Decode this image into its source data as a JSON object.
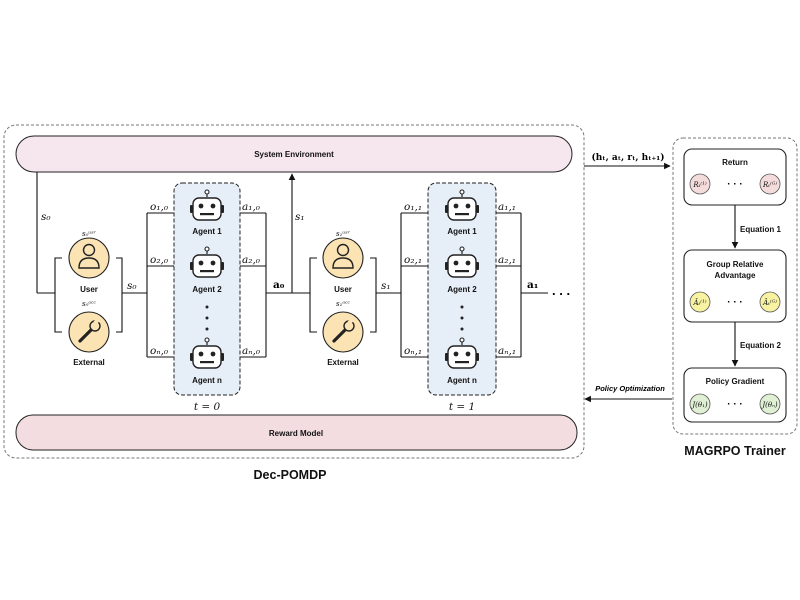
{
  "decpomdp": {
    "title": "Dec-POMDP",
    "system_environment": "System Environment",
    "reward_model": "Reward Model",
    "initial_state": "s₀",
    "next_state": "s₁",
    "steps": [
      {
        "user_label": "User",
        "external_label": "External",
        "user_state": "s₀ᵘˢʳ",
        "external_state": "s₀ᵃᶜᶜ",
        "state": "s₀",
        "agents": [
          "Agent 1",
          "Agent 2",
          "Agent n"
        ],
        "observations": [
          "o₁,₀",
          "o₂,₀",
          "oₙ,₀"
        ],
        "actions": [
          "a₁,₀",
          "a₂,₀",
          "aₙ,₀"
        ],
        "joint_action": "a₀",
        "time": "t = 0"
      },
      {
        "user_label": "User",
        "external_label": "External",
        "user_state": "s₁ᵘˢʳ",
        "external_state": "s₁ᵃᶜᶜ",
        "state": "s₁",
        "agents": [
          "Agent 1",
          "Agent 2",
          "Agent n"
        ],
        "observations": [
          "o₁,₁",
          "o₂,₁",
          "oₙ,₁"
        ],
        "actions": [
          "a₁,₁",
          "a₂,₁",
          "aₙ,₁"
        ],
        "joint_action": "a₁",
        "time": "t = 1"
      }
    ],
    "ellipsis": ". . ."
  },
  "arrows": {
    "trajectory": "(hₜ, aₜ, rₜ, hₜ₊₁)",
    "policy_optimization": "Policy Optimization"
  },
  "trainer": {
    "title": "MAGRPO Trainer",
    "return": {
      "label": "Return",
      "first": "Rₜ⁽¹⁾",
      "last": "Rₜ⁽ᴳ⁾"
    },
    "equation1": "Equation 1",
    "advantage": {
      "label_line1": "Group Relative",
      "label_line2": "Advantage",
      "first": "Âₜ⁽¹⁾",
      "last": "Âₜ⁽ᴳ⁾"
    },
    "equation2": "Equation 2",
    "gradient": {
      "label": "Policy Gradient",
      "first": "J(θ₁)",
      "last": "J(θₙ)"
    },
    "dots": "· · ·"
  },
  "colors": {
    "env_fill": "#f6e6ee",
    "reward_fill": "#f4dde1",
    "agent_panel_fill": "#e6eef8",
    "user_fill": "#fbe3b4",
    "return_circle": "#f5dcdc",
    "advantage_circle": "#f7f3a3",
    "gradient_circle": "#dff0d4"
  }
}
